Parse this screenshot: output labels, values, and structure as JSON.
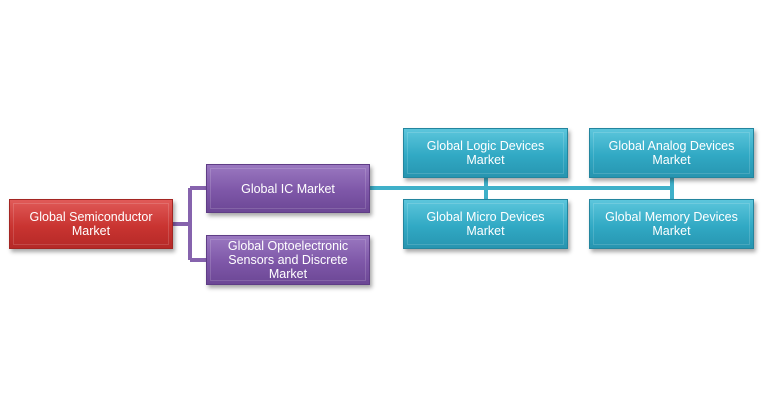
{
  "diagram": {
    "root": {
      "label": "Global Semiconductor Market"
    },
    "level1": [
      {
        "label": "Global IC Market"
      },
      {
        "label": "Global Optoelectronic Sensors and Discrete Market"
      }
    ],
    "level2": [
      {
        "label": "Global Logic Devices Market"
      },
      {
        "label": "Global Analog Devices Market"
      },
      {
        "label": "Global Micro Devices Market"
      },
      {
        "label": "Global Memory Devices Market"
      }
    ]
  },
  "colors": {
    "root": "#c93431",
    "level1": "#7e57a8",
    "level2": "#31a9c4",
    "connector_purple": "#8663ad",
    "connector_teal": "#3fb0c9"
  }
}
